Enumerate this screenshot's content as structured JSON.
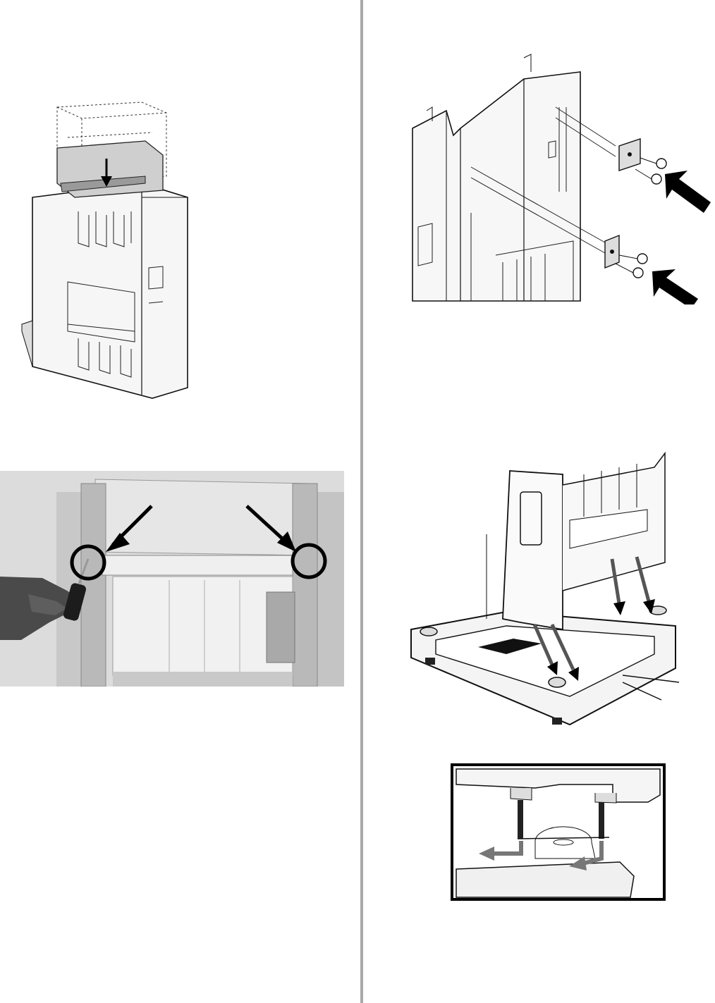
{
  "page": {
    "layout": "two-column",
    "divider_color": "#a9a9a9"
  },
  "figures": [
    {
      "id": "fig-tray-insert",
      "kind": "line-drawing",
      "icon": "down-arrow-icon"
    },
    {
      "id": "fig-rear-brackets",
      "kind": "line-drawing",
      "icon": "pointer-arrow-icon"
    },
    {
      "id": "fig-screwdriver-photo",
      "kind": "photo",
      "icon": "circle-highlight-icon"
    },
    {
      "id": "fig-stand-alignment",
      "kind": "line-drawing",
      "icon": "placement-arrow-icon"
    },
    {
      "id": "fig-pin-detail",
      "kind": "line-drawing",
      "icon": "slide-arrow-icon"
    }
  ]
}
